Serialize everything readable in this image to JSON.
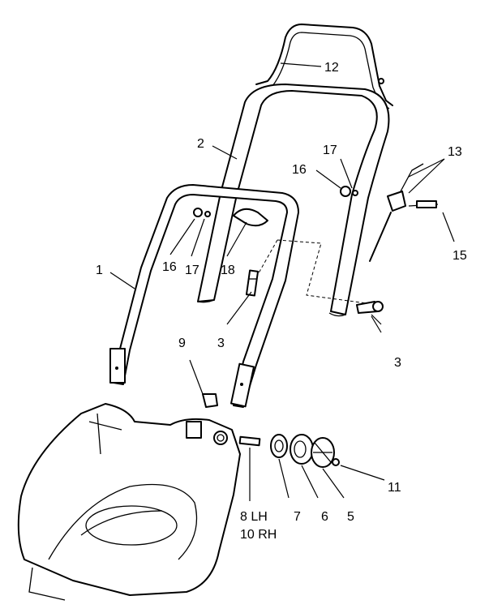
{
  "labels": {
    "p1": "1",
    "p2": "2",
    "p3a": "3",
    "p3b": "3",
    "p5": "5",
    "p6": "6",
    "p7": "7",
    "p8": "8 LH",
    "p10": "10 RH",
    "p9": "9",
    "p11": "11",
    "p12": "12",
    "p13": "13",
    "p15": "15",
    "p16a": "16",
    "p16b": "16",
    "p17a": "17",
    "p17b": "17",
    "p18": "18"
  }
}
